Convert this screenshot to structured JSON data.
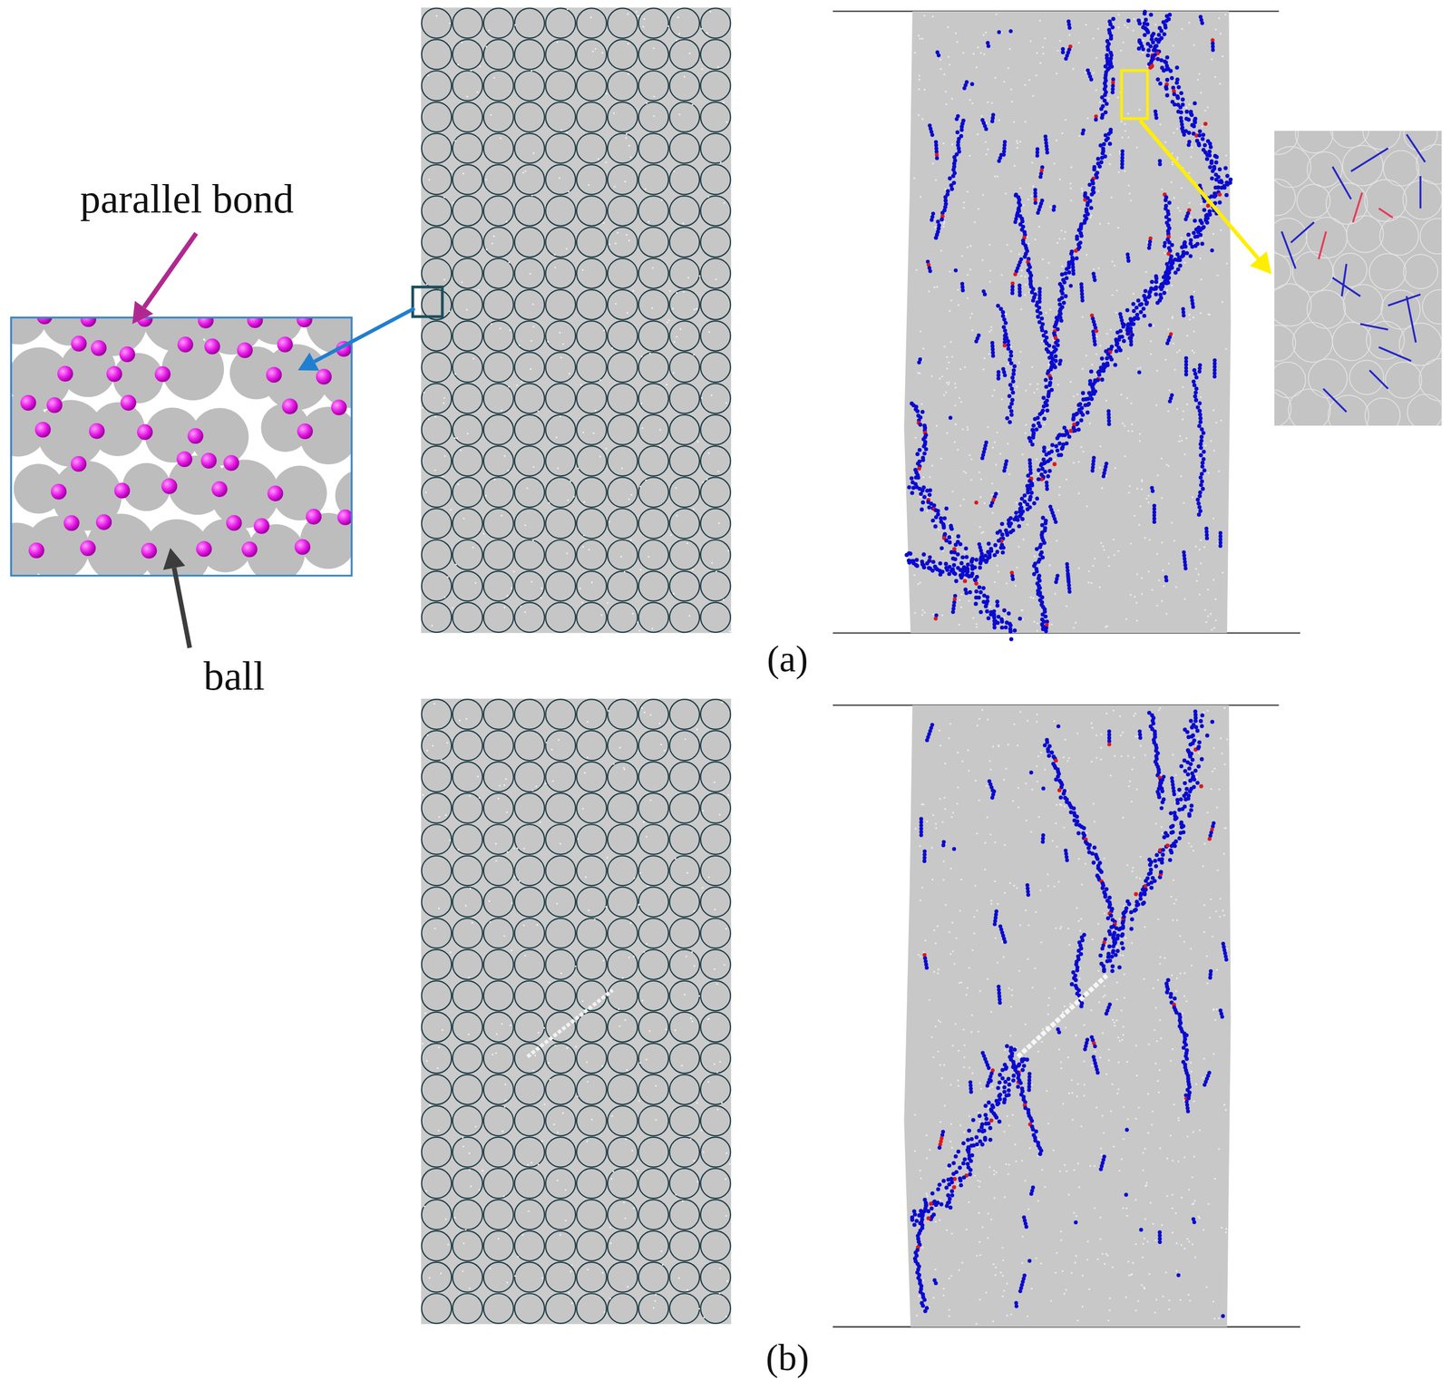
{
  "diagram": {
    "labels": [
      "parallel bond",
      "ball",
      "(a)",
      "(b)"
    ]
  }
}
